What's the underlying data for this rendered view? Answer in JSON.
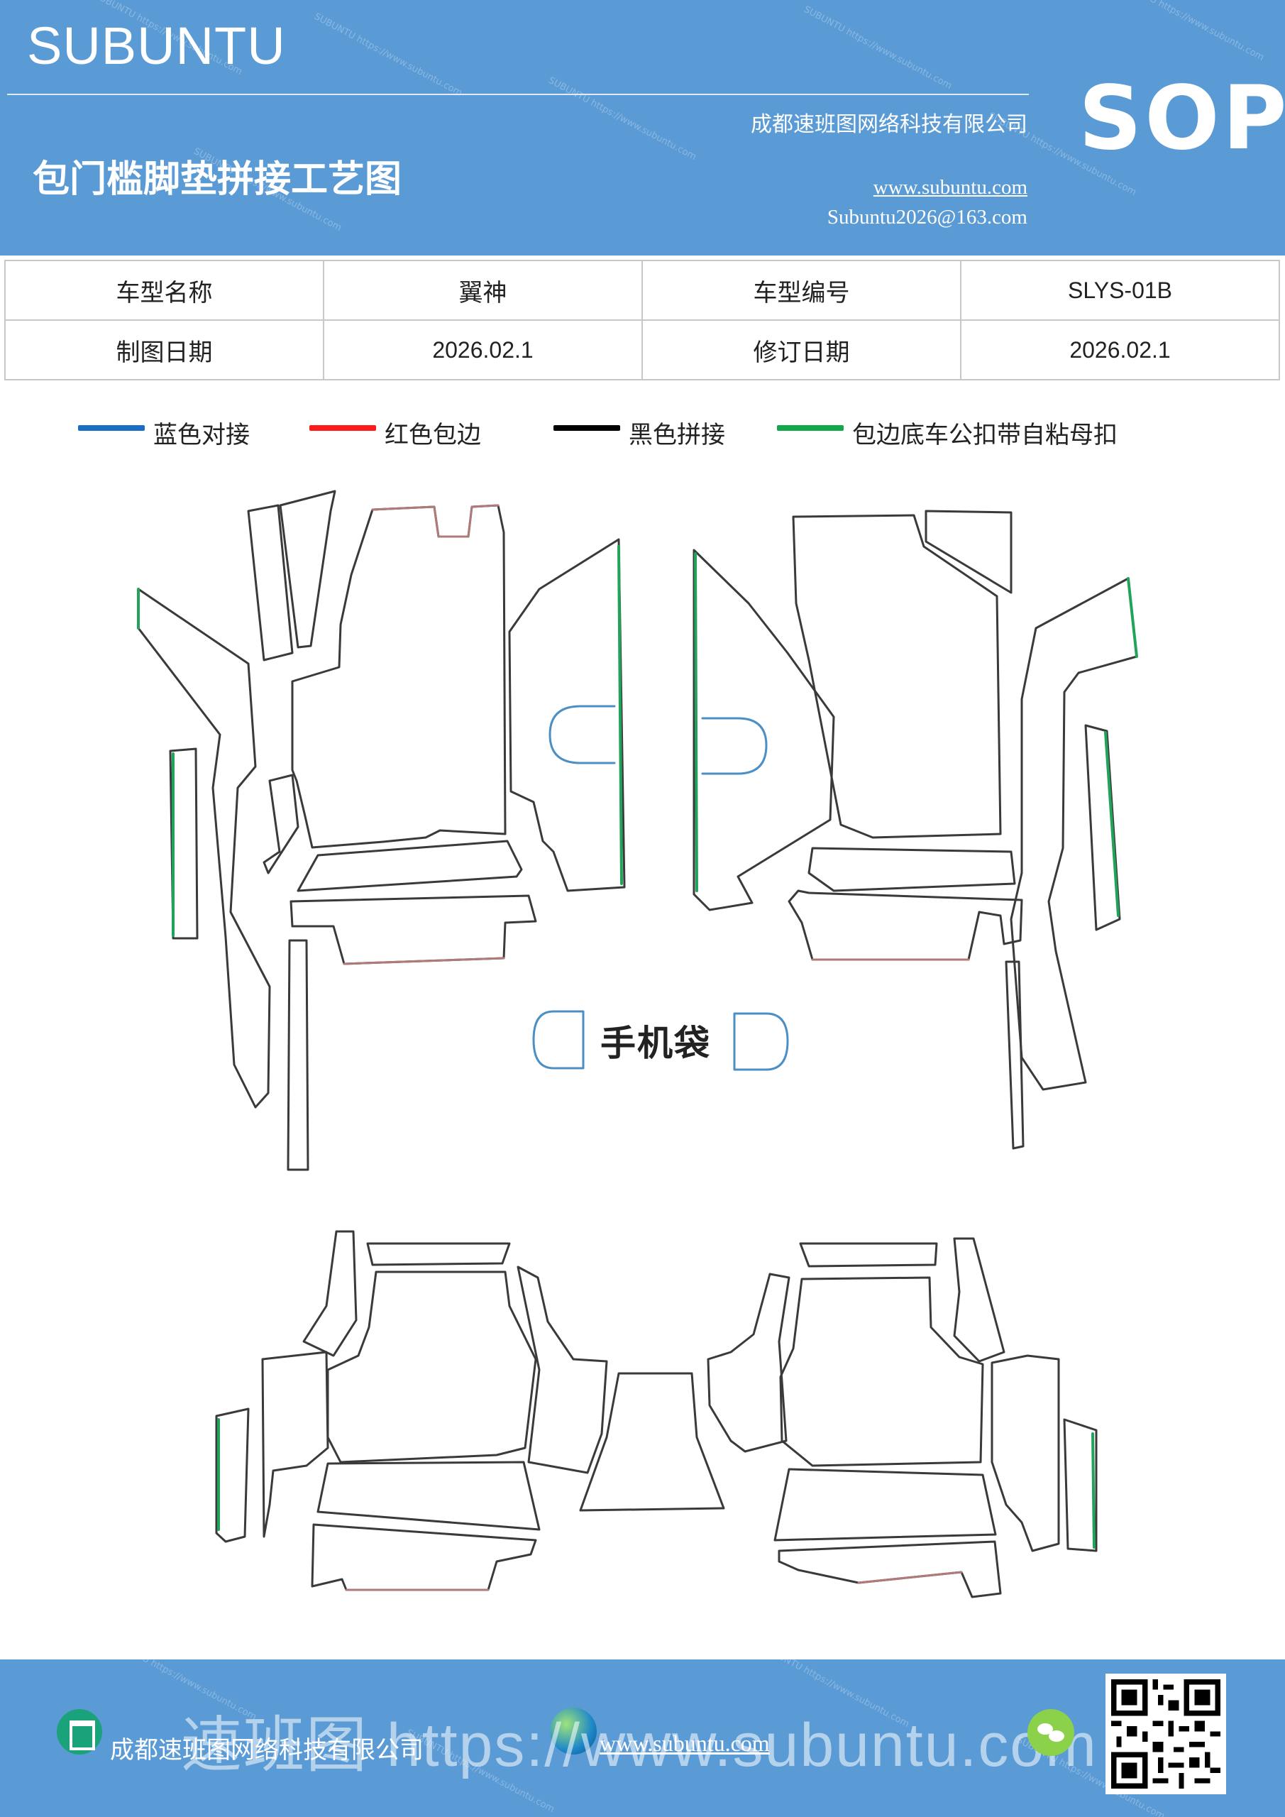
{
  "header": {
    "brand": "SUBUNTU",
    "title": "包门槛脚垫拼接工艺图",
    "company": "成都速班图网络科技有限公司",
    "website": "www.subuntu.com",
    "email": "Subuntu2026@163.com",
    "badge": "SOP"
  },
  "info": {
    "row1": {
      "label1": "车型名称",
      "value1": "翼神",
      "label2": "车型编号",
      "value2": "SLYS-01B"
    },
    "row2": {
      "label1": "制图日期",
      "value1": "2026.02.1",
      "label2": "修订日期",
      "value2": "2026.02.1"
    }
  },
  "legend": [
    {
      "label": "蓝色对接",
      "color": "#1a6fc4"
    },
    {
      "label": "红色包边",
      "color": "#ff1a1a"
    },
    {
      "label": "黑色拼接",
      "color": "#000000"
    },
    {
      "label": "包边底车公扣带自粘母扣",
      "color": "#12a84a"
    }
  ],
  "drawing": {
    "center_label": "手机袋",
    "colors": {
      "outline": "#3a3a3a",
      "edge": "#b07a7a",
      "blue": "#4c8fc4",
      "green": "#22a35a"
    }
  },
  "footer": {
    "company": "成都速班图网络科技有限公司",
    "url": "www.subuntu.com",
    "watermark": "速班图 https://www.subuntu.com"
  }
}
